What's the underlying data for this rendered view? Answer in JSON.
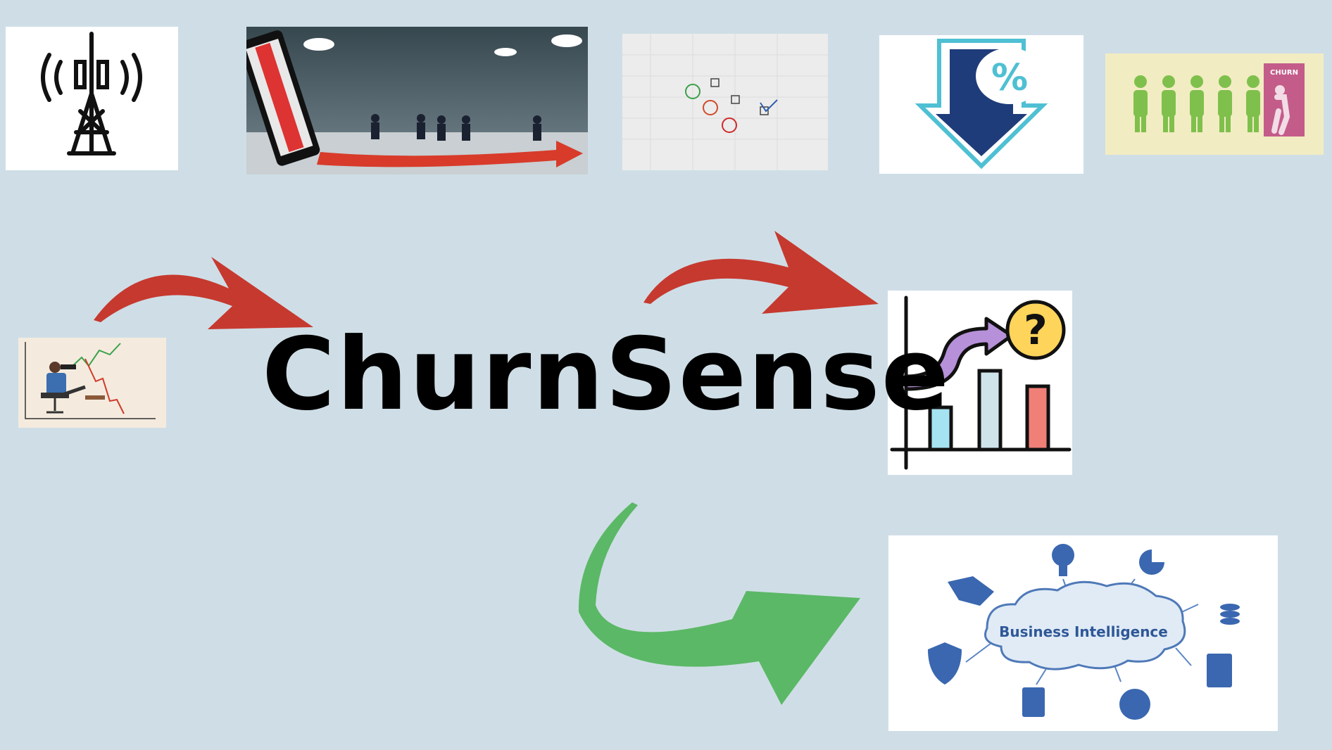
{
  "title": "ChurnSense",
  "churn_sign_label": "CHURN",
  "percent_symbol": "%",
  "question_symbol": "?",
  "bi_cloud_label": "Business Intelligence",
  "colors": {
    "background": "#cfdee6",
    "red_arrow": "#c6392f",
    "green_arrow": "#5bb866",
    "dark_blue": "#1f3c7a",
    "cyan_outline": "#4fc0d3"
  },
  "icons": [
    "cell-tower-icon",
    "race-out-of-phone-illustration",
    "satisfaction-survey-icon",
    "discount-down-arrow-icon",
    "customer-churn-exit-icon",
    "analyst-watching-trend-illustration",
    "growth-question-chart-icon",
    "business-intelligence-cloud-diagram"
  ]
}
